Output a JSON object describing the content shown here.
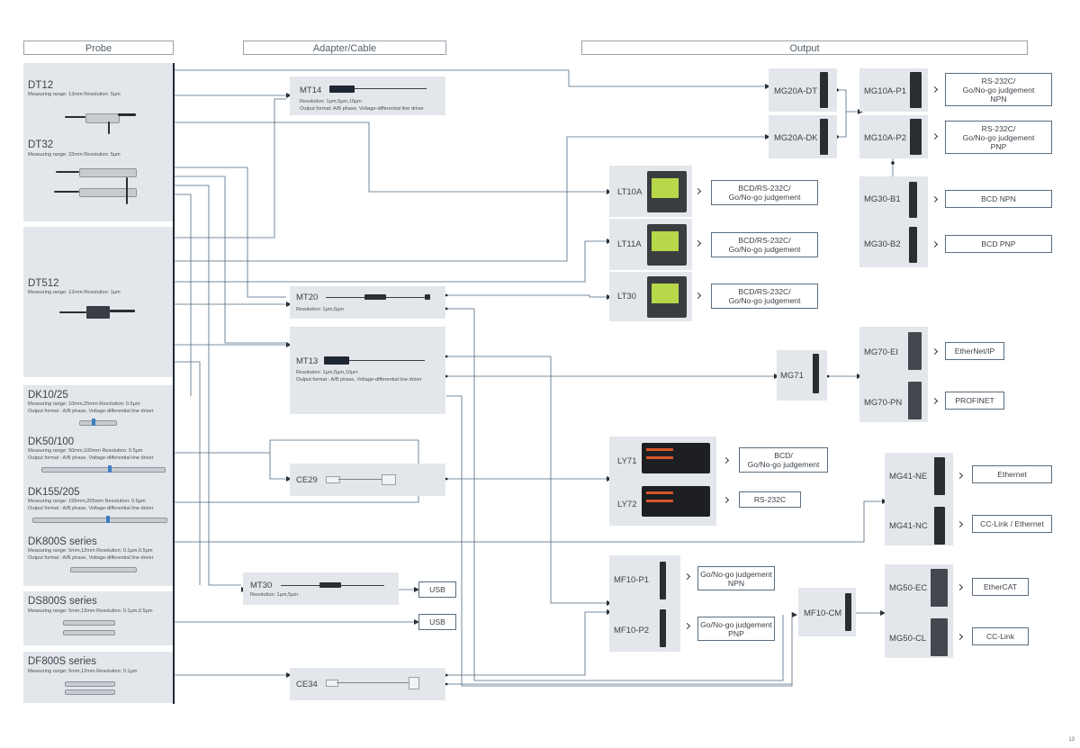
{
  "headers": {
    "probe": "Probe",
    "adapter": "Adapter/Cable",
    "output": "Output"
  },
  "probes": {
    "dt12": {
      "title": "DT12",
      "line1": "Measuring range: 12mm   Resolution: 5µm"
    },
    "dt32": {
      "title": "DT32",
      "line1": "Measuring range: 32mm   Resolution: 5µm"
    },
    "dt512": {
      "title": "DT512",
      "line1": "Measuring range: 12mm   Resolution: 1µm"
    },
    "dk10": {
      "title": "DK10/25",
      "line1": "Measuring range: 10mm,25mm   Resolution: 0.5µm",
      "line2": "Output format : A/B phase, Voltage-differential line driver"
    },
    "dk50": {
      "title": "DK50/100",
      "line1": "Measuring range: 50mm,100mm   Resolution: 0.5µm",
      "line2": "Output format : A/B phase, Voltage-differential line driver"
    },
    "dk155": {
      "title": "DK155/205",
      "line1": "Measuring range: 155mm,205mm   Resolution: 0.5µm",
      "line2": "Output format : A/B phase, Voltage-differential line driver"
    },
    "dk800": {
      "title": "DK800S series",
      "line1": "Measuring range: 5mm,12mm   Resolution: 0.1µm,0.5µm",
      "line2": "Output format : A/B phase, Voltage-differential line driver"
    },
    "ds800": {
      "title": "DS800S series",
      "line1": "Measuring range: 5mm,12mm   Resolution: 0.1µm,0.5µm"
    },
    "df800": {
      "title": "DF800S series",
      "line1": "Measuring range: 5mm,12mm   Resolution: 0.1µm"
    }
  },
  "adapters": {
    "mt14": {
      "label": "MT14",
      "line1": "Resolution: 1µm,5µm,10µm",
      "line2": "Output format: A/B phase, Voltage-differential line driver"
    },
    "mt20": {
      "label": "MT20",
      "line1": "Resolution: 1µm,5µm"
    },
    "mt13": {
      "label": "MT13",
      "line1": "Resolution: 1µm,5µm,10µm",
      "line2": "Output format : A/B phase, Voltage-differential line driver"
    },
    "ce29": {
      "label": "CE29"
    },
    "mt30": {
      "label": "MT30",
      "line1": "Resolution: 1µm,5µm"
    },
    "ce34": {
      "label": "CE34"
    }
  },
  "units": {
    "mg20a_dt": "MG20A-DT",
    "mg20a_dk": "MG20A-DK",
    "mg10a_p1": "MG10A-P1",
    "mg10a_p2": "MG10A-P2",
    "mg30_b1": "MG30-B1",
    "mg30_b2": "MG30-B2",
    "lt10a": "LT10A",
    "lt11a": "LT11A",
    "lt30": "LT30",
    "mg71": "MG71",
    "mg70_ei": "MG70-EI",
    "mg70_pn": "MG70-PN",
    "ly71": "LY71",
    "ly72": "LY72",
    "mg41_ne": "MG41-NE",
    "mg41_nc": "MG41-NC",
    "mf10_p1": "MF10-P1",
    "mf10_p2": "MF10-P2",
    "mf10_cm": "MF10-CM",
    "mg50_ec": "MG50-EC",
    "mg50_cl": "MG50-CL"
  },
  "outputs": {
    "p1": [
      "RS-232C/",
      "Go/No-go judgement",
      "NPN"
    ],
    "p2": [
      "RS-232C/",
      "Go/No-go judgement",
      "PNP"
    ],
    "bcd_npn": [
      "BCD NPN"
    ],
    "bcd_pnp": [
      "BCD PNP"
    ],
    "lt10a": [
      "BCD/RS-232C/",
      "Go/No-go judgement"
    ],
    "lt11a": [
      "BCD/RS-232C/",
      "Go/No-go judgement"
    ],
    "lt30": [
      "BCD/RS-232C/",
      "Go/No-go judgement"
    ],
    "ethernetip": [
      "EtherNet/IP"
    ],
    "profinet": [
      "PROFINET"
    ],
    "ly71": [
      "BCD/",
      "Go/No-go judgement"
    ],
    "ly72": [
      "RS-232C"
    ],
    "ethernet": [
      "Ethernet"
    ],
    "cclink_eth": [
      "CC-Link / Ethernet"
    ],
    "mf_npn": [
      "Go/No-go judgement",
      "NPN"
    ],
    "mf_pnp": [
      "Go/No-go judgement",
      "PNP"
    ],
    "ethercat": [
      "EtherCAT"
    ],
    "cclink": [
      "CC-Link"
    ],
    "usb_mt30": [
      "USB"
    ],
    "usb_ds": [
      "USB"
    ]
  },
  "page_number": "13"
}
